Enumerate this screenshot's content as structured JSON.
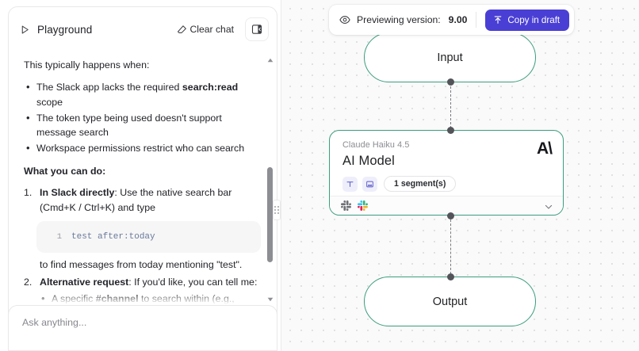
{
  "playground": {
    "title": "Playground",
    "play_icon": "play-triangle-icon",
    "clear_chat_label": "Clear chat",
    "clear_chat_icon": "eraser-icon",
    "panel_toggle_icon": "collapse-panel-icon",
    "message": {
      "intro": "This typically happens when:",
      "causes": [
        {
          "text_before": "The Slack app lacks the required ",
          "bold": "search:read",
          "text_after": " scope"
        },
        {
          "text_before": "The token type being used doesn't support message search",
          "bold": "",
          "text_after": ""
        },
        {
          "text_before": "Workspace permissions restrict who can search",
          "bold": "",
          "text_after": ""
        }
      ],
      "what_you_can_do": "What you can do:",
      "step1_bold": "In Slack directly",
      "step1_text": ": Use the native search bar (Cmd+K / Ctrl+K) and type",
      "code_line_number": "1",
      "code_text": "test after:today",
      "step1_tail": "to find messages from today mentioning \"test\".",
      "step2_bold": "Alternative request",
      "step2_text": ": If you'd like, you can tell me:",
      "step2_sub_before": "A specific ",
      "step2_sub_bold": "#channel",
      "step2_sub_after": " to search within (e.g., \"Show me recent messages about 'test' in #engineering today\")"
    },
    "composer_placeholder": "Ask anything...",
    "scrollbar": {
      "up_icon": "caret-up-icon",
      "down_icon": "caret-down-icon"
    },
    "drag_handle_icon": "drag-dots-icon"
  },
  "canvas": {
    "preview_bar": {
      "eye_icon": "eye-icon",
      "label": "Previewing version:",
      "version": "9.00",
      "copy_button_label": "Copy in draft",
      "copy_button_icon": "upload-arrow-icon",
      "copy_button_color": "#4a3fd4"
    },
    "nodes": {
      "input_label": "Input",
      "output_label": "Output",
      "model": {
        "subtitle": "Claude Haiku 4.5",
        "title": "AI Model",
        "logo": "anthropic-logo",
        "logo_text": "A\\",
        "badge_text_icon": "text-type-icon",
        "badge_image_icon": "image-type-icon",
        "segments_label": "1 segment(s)",
        "footer_icons": [
          "slack-icon-gray",
          "slack-icon-color"
        ],
        "chevron_icon": "chevron-down-icon"
      }
    },
    "node_border_color": "#3b9c7e",
    "edge_style": "dashed",
    "background": "dot-grid"
  }
}
